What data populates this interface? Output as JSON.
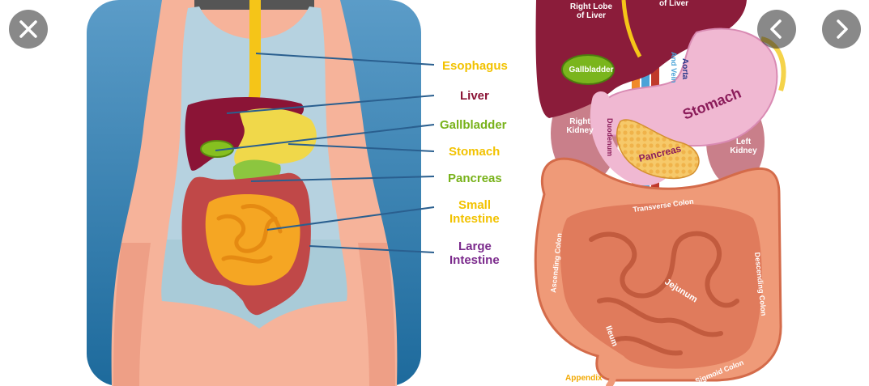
{
  "controls": {
    "close_icon": "close-icon",
    "prev_icon": "chevron-left-icon",
    "next_icon": "chevron-right-icon"
  },
  "colors": {
    "esophagus": "#f2c200",
    "liver": "#8b1436",
    "gallbladder": "#78b21a",
    "stomach": "#f2c200",
    "pancreas": "#78b21a",
    "small_intestine": "#f2c200",
    "large_intestine": "#7b2a8c"
  },
  "left_figure": {
    "labels": {
      "esophagus": "Esophagus",
      "liver": "Liver",
      "gallbladder": "Gallbladder",
      "stomach": "Stomach",
      "pancreas": "Pancreas",
      "small_intestine_1": "Small",
      "small_intestine_2": "Intestine",
      "large_intestine_1": "Large",
      "large_intestine_2": "Intestine"
    }
  },
  "right_figure": {
    "labels": {
      "right_lobe_1": "Right Lobe",
      "right_lobe_2": "of Liver",
      "left_lobe": "of Liver",
      "gallbladder": "Gallbladder",
      "aorta": "Aorta",
      "and_vein": "And Vein",
      "stomach": "Stomach",
      "right_kidney_1": "Right",
      "right_kidney_2": "Kidney",
      "left_kidney_1": "Left",
      "left_kidney_2": "Kidney",
      "duodenum": "Duodenum",
      "pancreas": "Pancreas",
      "transverse_colon": "Transverse Colon",
      "ascending_colon": "Ascending Colon",
      "descending_colon": "Descending Colon",
      "jejunum": "Jejunum",
      "ileum": "Ileum",
      "appendix": "Appendix",
      "sigmoid_colon": "Sigmoid Colon"
    }
  }
}
